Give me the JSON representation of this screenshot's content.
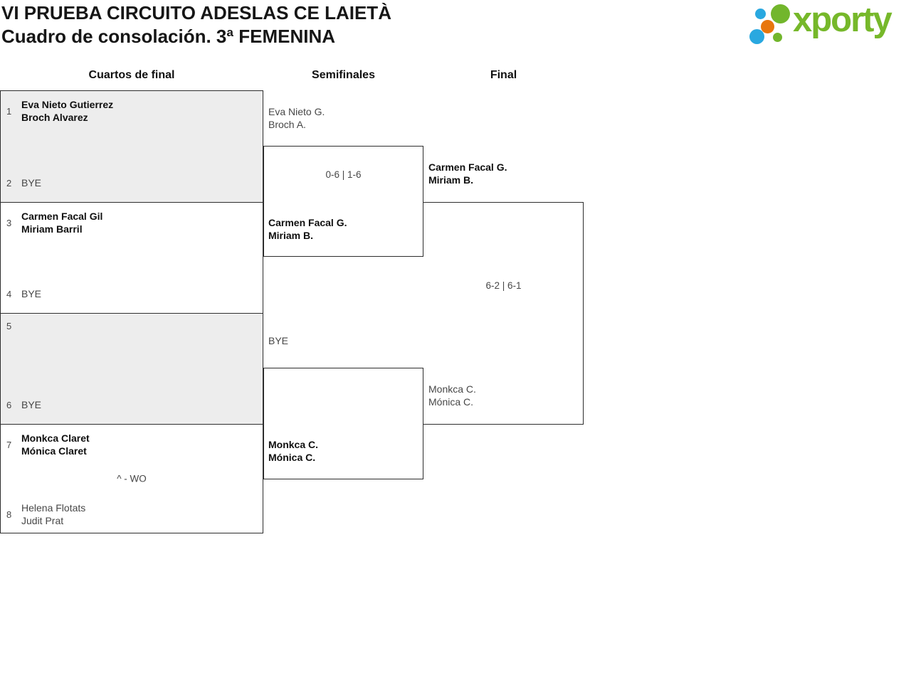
{
  "header": {
    "title_line1": "VI PRUEBA CIRCUITO ADESLAS CE LAIETÀ",
    "title_line2": "Cuadro de consolación. 3ª FEMENINA",
    "logo_text": "xporty"
  },
  "colors": {
    "logo_green": "#76b82a",
    "logo_blue": "#29a8e0",
    "logo_orange": "#e8760c",
    "box_fill_gray": "#ededed",
    "box_border": "#2d2d2d",
    "text_regular": "#474747",
    "text_winner": "#0f0f0f"
  },
  "rounds": [
    {
      "label": "Cuartos de final"
    },
    {
      "label": "Semifinales"
    },
    {
      "label": "Final"
    }
  ],
  "quarterfinals": [
    {
      "seed_top": "1",
      "team_top": [
        "Eva Nieto Gutierrez",
        "Broch Alvarez"
      ],
      "seed_bottom": "2",
      "team_bottom": [
        "BYE"
      ],
      "score": ""
    },
    {
      "seed_top": "3",
      "team_top": [
        "Carmen Facal Gil",
        "Miriam Barril"
      ],
      "seed_bottom": "4",
      "team_bottom": [
        "BYE"
      ],
      "score": ""
    },
    {
      "seed_top": "5",
      "team_top": [
        "",
        ""
      ],
      "seed_bottom": "6",
      "team_bottom": [
        "BYE"
      ],
      "score": ""
    },
    {
      "seed_top": "7",
      "team_top": [
        "Monkca Claret",
        "Mónica Claret"
      ],
      "seed_bottom": "8",
      "team_bottom": [
        "Helena Flotats",
        "Judit Prat"
      ],
      "score": "^ - WO"
    }
  ],
  "semifinals": [
    {
      "team_top": [
        "Eva Nieto G.",
        "Broch A."
      ],
      "score": "0-6 | 1-6",
      "team_bottom": [
        "Carmen Facal G.",
        "Miriam B."
      ]
    },
    {
      "team_top": [
        "BYE",
        ""
      ],
      "score": "",
      "team_bottom": [
        "Monkca C.",
        "Mónica C."
      ]
    }
  ],
  "final": {
    "team_top": [
      "Carmen Facal G.",
      "Miriam B."
    ],
    "score": "6-2 | 6-1",
    "team_bottom": [
      "Monkca C.",
      "Mónica C."
    ]
  }
}
